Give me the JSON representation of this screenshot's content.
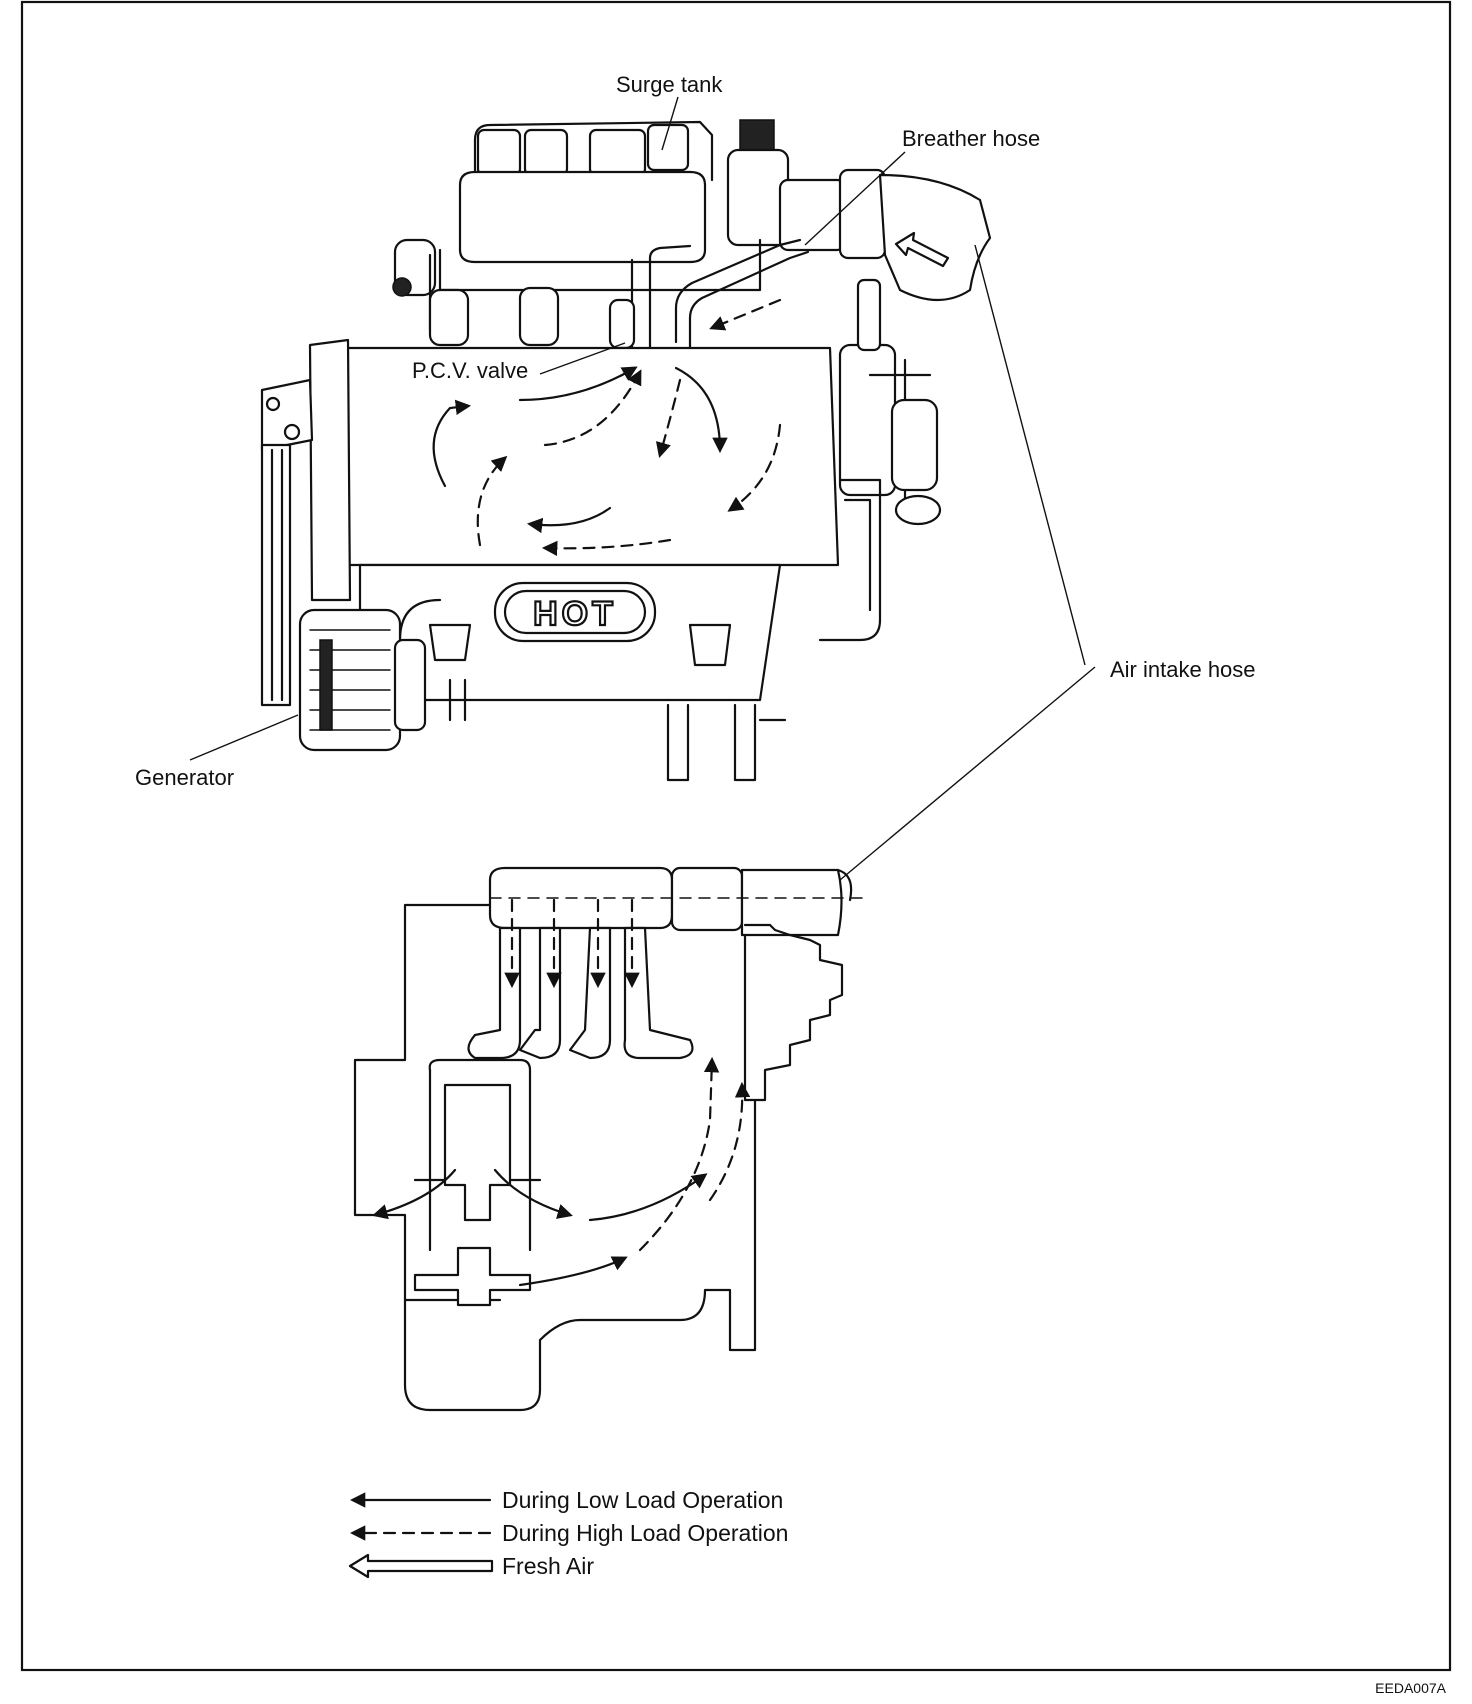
{
  "labels": {
    "surge_tank": "Surge tank",
    "breather_hose": "Breather hose",
    "pcv_valve": "P.C.V. valve",
    "air_intake_hose": "Air intake hose",
    "generator": "Generator"
  },
  "engine_badge": "HOT",
  "legend": {
    "low_load": "During Low Load Operation",
    "high_load": "During High Load Operation",
    "fresh_air": "Fresh Air"
  },
  "figure_code": "EEDA007A"
}
